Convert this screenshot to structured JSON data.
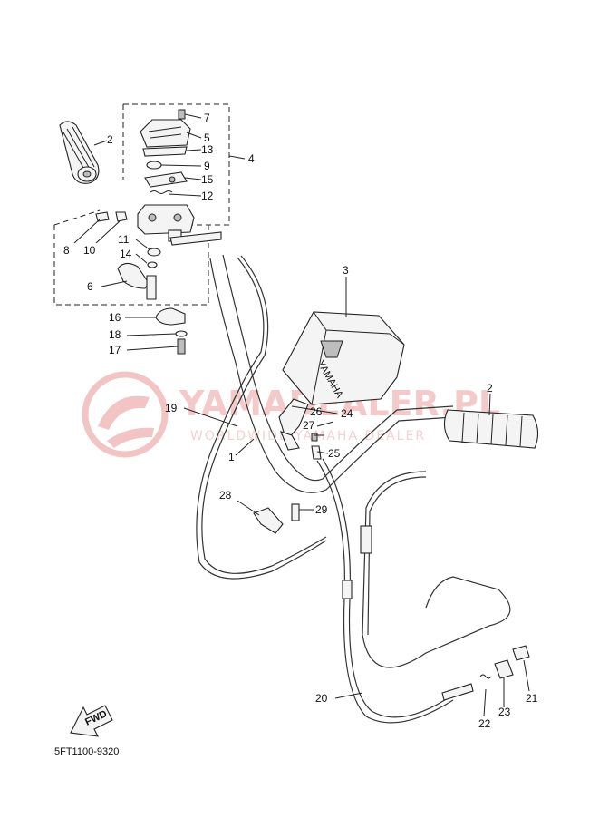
{
  "diagram": {
    "part_code": "5FT1100-9320",
    "fwd_label": "FWD",
    "housing_brand": "YAMAHA",
    "watermark": {
      "main": "YAMADEALER.PL",
      "sub": "WORLDWIDE YAMAHA DEALER"
    },
    "callouts": [
      {
        "id": "c1",
        "text": "1"
      },
      {
        "id": "c2a",
        "text": "2"
      },
      {
        "id": "c2b",
        "text": "2"
      },
      {
        "id": "c3",
        "text": "3"
      },
      {
        "id": "c4",
        "text": "4"
      },
      {
        "id": "c5",
        "text": "5"
      },
      {
        "id": "c6",
        "text": "6"
      },
      {
        "id": "c7",
        "text": "7"
      },
      {
        "id": "c8",
        "text": "8"
      },
      {
        "id": "c9",
        "text": "9"
      },
      {
        "id": "c10",
        "text": "10"
      },
      {
        "id": "c11",
        "text": "11"
      },
      {
        "id": "c12",
        "text": "12"
      },
      {
        "id": "c13",
        "text": "13"
      },
      {
        "id": "c14",
        "text": "14"
      },
      {
        "id": "c15",
        "text": "15"
      },
      {
        "id": "c16",
        "text": "16"
      },
      {
        "id": "c17",
        "text": "17"
      },
      {
        "id": "c18",
        "text": "18"
      },
      {
        "id": "c19",
        "text": "19"
      },
      {
        "id": "c20",
        "text": "20"
      },
      {
        "id": "c21",
        "text": "21"
      },
      {
        "id": "c22",
        "text": "22"
      },
      {
        "id": "c23",
        "text": "23"
      },
      {
        "id": "c24",
        "text": "24"
      },
      {
        "id": "c25",
        "text": "25"
      },
      {
        "id": "c26",
        "text": "26"
      },
      {
        "id": "c27",
        "text": "27"
      },
      {
        "id": "c28",
        "text": "28"
      },
      {
        "id": "c29",
        "text": "29"
      }
    ]
  }
}
